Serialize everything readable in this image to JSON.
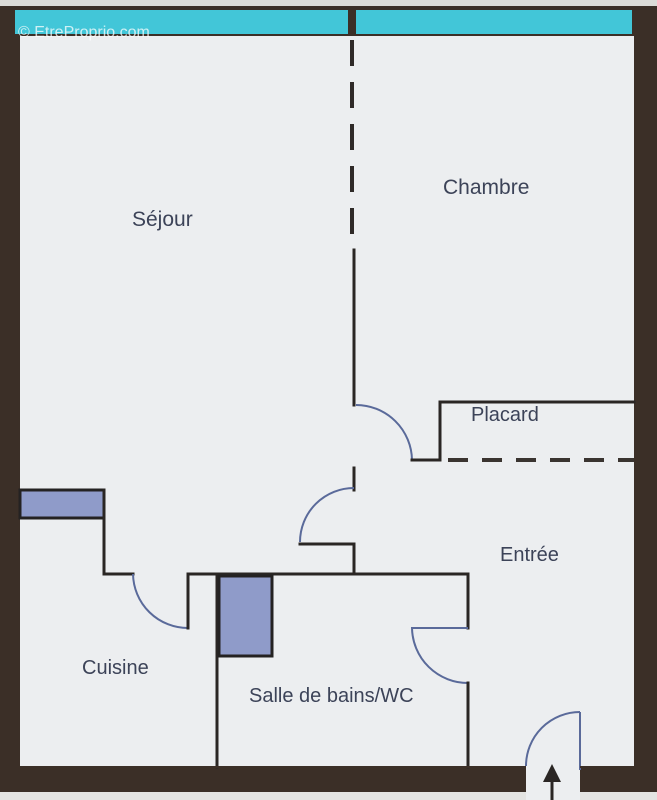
{
  "watermark": "© EtreProprio.com",
  "rooms": {
    "sejour": "Séjour",
    "chambre": "Chambre",
    "placard": "Placard",
    "entree": "Entrée",
    "cuisine": "Cuisine",
    "salle_de_bains": "Salle de bains/WC"
  },
  "colors": {
    "exterior_wall": "#3b2f27",
    "floor": "#eceef0",
    "window": "#42c6d8",
    "fixture": "#8f9bc9",
    "label": "#3c4358",
    "door_arc": "#5a6a9a"
  }
}
